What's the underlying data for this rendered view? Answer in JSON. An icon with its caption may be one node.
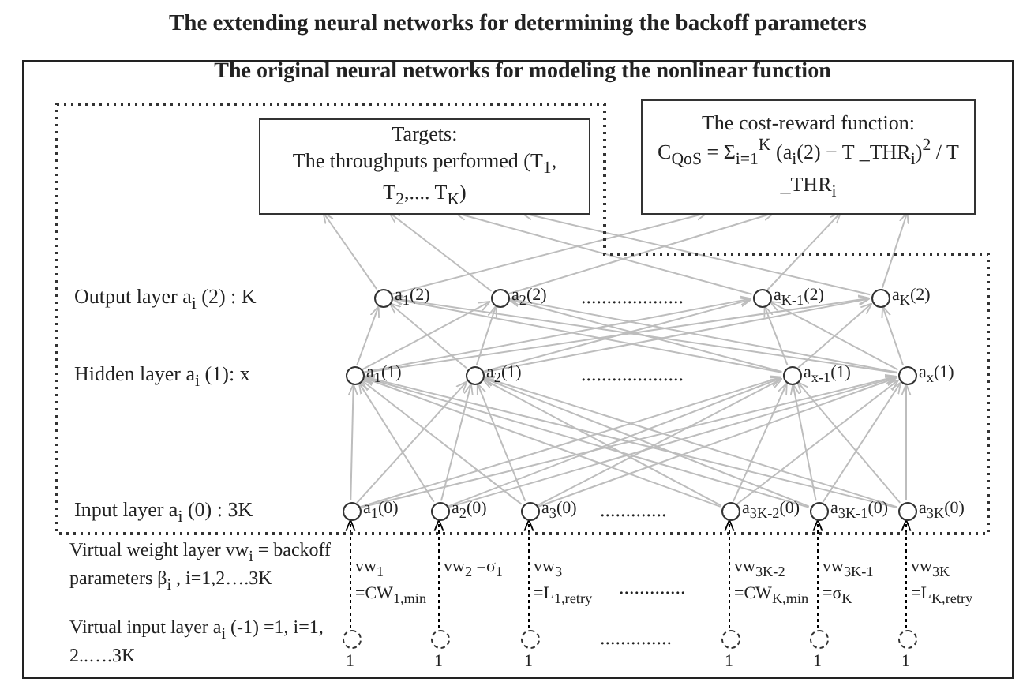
{
  "diagram": {
    "nodes": [
      {
        "text": [
          "The extending neural networks for determining the backoff parameters"
        ]
      },
      {
        "text": [
          "The original neural networks for modeling the nonlinear function"
        ],
        "in": 0
      },
      {
        "text": [
          "Targets:",
          "The throughputs performed (T$_{1}$, T$_{2}$,.... T$_{K}$)"
        ],
        "in": 1
      },
      {
        "text": [
          "The cost-reward function:",
          "C$_{QoS}$ = Σ$_{i=1}$$^{K}$ (a$_{i}$(2) − T _THR$_{i}$)$^{2}$ / T _THR$_{i}$"
        ],
        "in": 0
      },
      {
        "text": [
          "a$_{1}$(2)"
        ],
        "in": 1
      },
      {
        "text": [
          "a$_{2}$(2)"
        ],
        "in": 1
      },
      {
        "text": [
          "a$_{K-1}$(2)"
        ],
        "in": 1
      },
      {
        "text": [
          "a$_{K}$(2)"
        ],
        "in": 1
      },
      {
        "text": [
          "a$_{1}$(1)"
        ],
        "in": 1
      },
      {
        "text": [
          "a$_{2}$(1)"
        ],
        "in": 1
      },
      {
        "text": [
          "a$_{x-1}$(1)"
        ],
        "in": 1
      },
      {
        "text": [
          "a$_{x}$(1)"
        ],
        "in": 1
      },
      {
        "text": [
          "a$_{1}$(0)"
        ],
        "in": 1
      },
      {
        "text": [
          "a$_{2}$(0)"
        ],
        "in": 1
      },
      {
        "text": [
          "a$_{3}$(0)"
        ],
        "in": 1
      },
      {
        "text": [
          "a$_{3K-2}$(0)"
        ],
        "in": 1
      },
      {
        "text": [
          "a$_{3K-1}$(0)"
        ],
        "in": 1
      },
      {
        "text": [
          "a$_{3K}$(0)"
        ],
        "in": 1
      },
      {
        "text": [],
        "shape": "circle",
        "beside": [
          "1"
        ],
        "in": 0
      },
      {
        "text": [],
        "shape": "circle",
        "beside": [
          "1"
        ],
        "in": 0
      },
      {
        "text": [],
        "shape": "circle",
        "beside": [
          "1"
        ],
        "in": 0
      },
      {
        "text": [],
        "shape": "circle",
        "beside": [
          "1"
        ],
        "in": 0
      },
      {
        "text": [],
        "shape": "circle",
        "beside": [
          "1"
        ],
        "in": 0
      },
      {
        "text": [],
        "shape": "circle",
        "beside": [
          "1"
        ],
        "in": 0
      }
    ],
    "edges": [
      {
        "from": 4,
        "to": 2,
        "arrow": "to"
      },
      {
        "from": 5,
        "to": 2,
        "arrow": "to"
      },
      {
        "from": 6,
        "to": 2,
        "arrow": "to"
      },
      {
        "from": 7,
        "to": 2,
        "arrow": "to"
      },
      {
        "from": 4,
        "to": 3,
        "arrow": "to"
      },
      {
        "from": 5,
        "to": 3,
        "arrow": "to"
      },
      {
        "from": 6,
        "to": 3,
        "arrow": "to"
      },
      {
        "from": 7,
        "to": 3,
        "arrow": "to"
      },
      {
        "from": 8,
        "to": 4,
        "arrow": "to"
      },
      {
        "from": 8,
        "to": 5,
        "arrow": "to"
      },
      {
        "from": 8,
        "to": 6,
        "arrow": "to"
      },
      {
        "from": 8,
        "to": 7,
        "arrow": "to"
      },
      {
        "from": 9,
        "to": 4,
        "arrow": "to"
      },
      {
        "from": 9,
        "to": 5,
        "arrow": "to"
      },
      {
        "from": 9,
        "to": 6,
        "arrow": "to"
      },
      {
        "from": 9,
        "to": 7,
        "arrow": "to"
      },
      {
        "from": 10,
        "to": 4,
        "arrow": "to"
      },
      {
        "from": 10,
        "to": 5,
        "arrow": "to"
      },
      {
        "from": 10,
        "to": 6,
        "arrow": "to"
      },
      {
        "from": 10,
        "to": 7,
        "arrow": "to"
      },
      {
        "from": 11,
        "to": 4,
        "arrow": "to"
      },
      {
        "from": 11,
        "to": 5,
        "arrow": "to"
      },
      {
        "from": 11,
        "to": 6,
        "arrow": "to"
      },
      {
        "from": 11,
        "to": 7,
        "arrow": "to"
      },
      {
        "from": 12,
        "to": 8,
        "arrow": "to"
      },
      {
        "from": 12,
        "to": 9,
        "arrow": "to"
      },
      {
        "from": 12,
        "to": 10,
        "arrow": "to"
      },
      {
        "from": 12,
        "to": 11,
        "arrow": "to"
      },
      {
        "from": 13,
        "to": 8,
        "arrow": "to"
      },
      {
        "from": 13,
        "to": 9,
        "arrow": "to"
      },
      {
        "from": 13,
        "to": 10,
        "arrow": "to"
      },
      {
        "from": 13,
        "to": 11,
        "arrow": "to"
      },
      {
        "from": 14,
        "to": 8,
        "arrow": "to"
      },
      {
        "from": 14,
        "to": 9,
        "arrow": "to"
      },
      {
        "from": 14,
        "to": 10,
        "arrow": "to"
      },
      {
        "from": 14,
        "to": 11,
        "arrow": "to"
      },
      {
        "from": 15,
        "to": 8,
        "arrow": "to"
      },
      {
        "from": 15,
        "to": 9,
        "arrow": "to"
      },
      {
        "from": 15,
        "to": 10,
        "arrow": "to"
      },
      {
        "from": 15,
        "to": 11,
        "arrow": "to"
      },
      {
        "from": 16,
        "to": 8,
        "arrow": "to"
      },
      {
        "from": 16,
        "to": 9,
        "arrow": "to"
      },
      {
        "from": 16,
        "to": 10,
        "arrow": "to"
      },
      {
        "from": 16,
        "to": 11,
        "arrow": "to"
      },
      {
        "from": 17,
        "to": 8,
        "arrow": "to"
      },
      {
        "from": 17,
        "to": 9,
        "arrow": "to"
      },
      {
        "from": 17,
        "to": 10,
        "arrow": "to"
      },
      {
        "from": 17,
        "to": 11,
        "arrow": "to"
      },
      {
        "from": 18,
        "to": 12,
        "arrow": "to",
        "style": "dashed",
        "color": "#000000",
        "label": "vw$_{1}$ =CW$_{1,min}$"
      },
      {
        "from": 19,
        "to": 13,
        "arrow": "to",
        "style": "dashed",
        "color": "#000000",
        "label": "vw$_{2}$ =σ$_{1}$"
      },
      {
        "from": 20,
        "to": 14,
        "arrow": "to",
        "style": "dashed",
        "color": "#000000",
        "label": "vw$_{3}$ =L$_{1,retry}$"
      },
      {
        "from": 21,
        "to": 15,
        "arrow": "to",
        "style": "dashed",
        "color": "#000000",
        "label": "vw$_{3K-2}$ =CW$_{K,min}$"
      },
      {
        "from": 22,
        "to": 16,
        "arrow": "to",
        "style": "dashed",
        "color": "#000000",
        "label": "vw$_{3K-1}$ =σ$_{K}$"
      },
      {
        "from": 23,
        "to": 17,
        "arrow": "to",
        "style": "dashed",
        "color": "#000000",
        "label": "vw$_{3K}$ =L$_{K,retry}$"
      }
    ],
    "labels": [
      "Output layer a$_{i}$ (2) : K",
      "....................",
      "Hidden layer a$_{i}$ (1): x",
      "....................",
      "Input layer a$_{i}$ (0) : 3K",
      ".............",
      "Virtual weight layer vw$_{i}$ = backoff parameters β$_{i}$ , i=1,2….3K",
      ".............",
      "Virtual input layer a$_{i}$ (-1) =1, i=1, 2..….3K",
      ".............."
    ]
  }
}
